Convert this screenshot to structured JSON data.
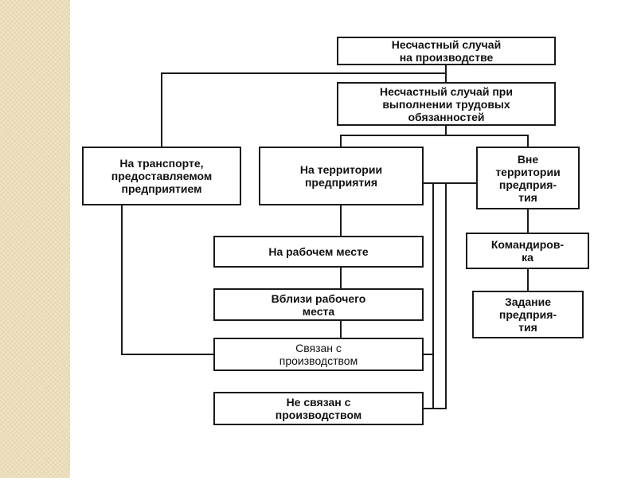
{
  "diagram": {
    "nodes": {
      "accident_at_work": "Несчастный случай\nна производстве",
      "accident_labor_duties": "Несчастный случай при\nвыполнении трудовых\nобязанностей",
      "transport": "На транспорте,\nпредоставляемом\nпредприятием",
      "enterprise_territory": "На территории\nпредприятия",
      "outside_territory": "Вне\nтерритории\nпредприя-\nтия",
      "workplace": "На рабочем месте",
      "near_workplace": "Вблизи рабочего\nместа",
      "production_related": "Связан с\nпроизводством",
      "not_production_related": "Не связан с\nпроизводством",
      "business_trip": "Командиров-\nка",
      "enterprise_task": "Задание\nпредприя-\nтия"
    }
  }
}
